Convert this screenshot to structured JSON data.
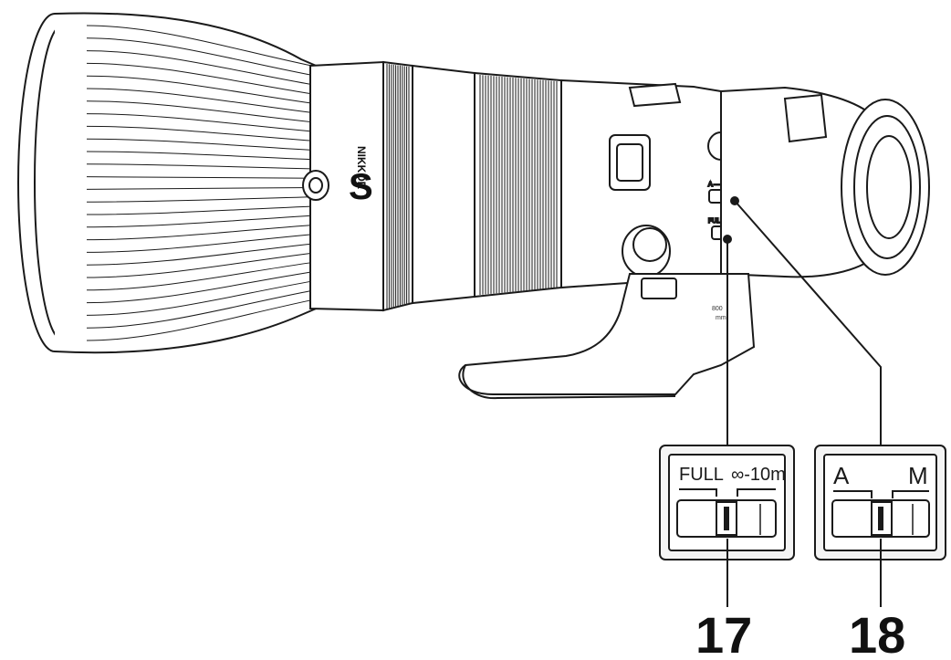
{
  "lens": {
    "brand_text": "NIKKOR",
    "series_mark": "S",
    "focal_text": "800",
    "focal_unit": "mm"
  },
  "callouts": [
    {
      "number": "17",
      "left_label": "FULL",
      "right_label": "∞-10m"
    },
    {
      "number": "18",
      "left_label": "A",
      "right_label": "M"
    }
  ],
  "colors": {
    "line": "#1a1a1a",
    "background": "#ffffff",
    "panel_fill": "#f4f4f4"
  }
}
